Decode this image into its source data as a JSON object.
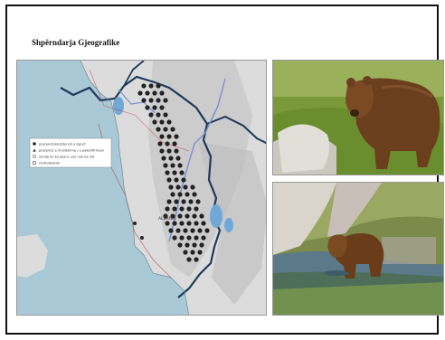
{
  "page": {
    "title": "Shpërndarja Gjeografike"
  },
  "map": {
    "country_label": "ALBANIA",
    "legend": [
      {
        "icon": "filled-circle",
        "text": "prezencë/ekzistencë e sigurt"
      },
      {
        "icon": "triangle",
        "text": "prezencë e mundshme / e pakonfirmuar"
      },
      {
        "icon": "open-circle",
        "text": "vende ku ka pasur, por nuk ka më"
      },
      {
        "icon": "square",
        "text": "riintroduktim"
      }
    ],
    "colors": {
      "sea": "#a9c9d6",
      "land": "#dcdcdc",
      "border": "#1f3a5a",
      "river": "#7a8fd0",
      "road": "#c04040",
      "dots": "#222222"
    }
  },
  "photos": [
    {
      "subject": "brown-bear-standing-on-grass"
    },
    {
      "subject": "brown-bear-drinking-at-stream"
    }
  ]
}
